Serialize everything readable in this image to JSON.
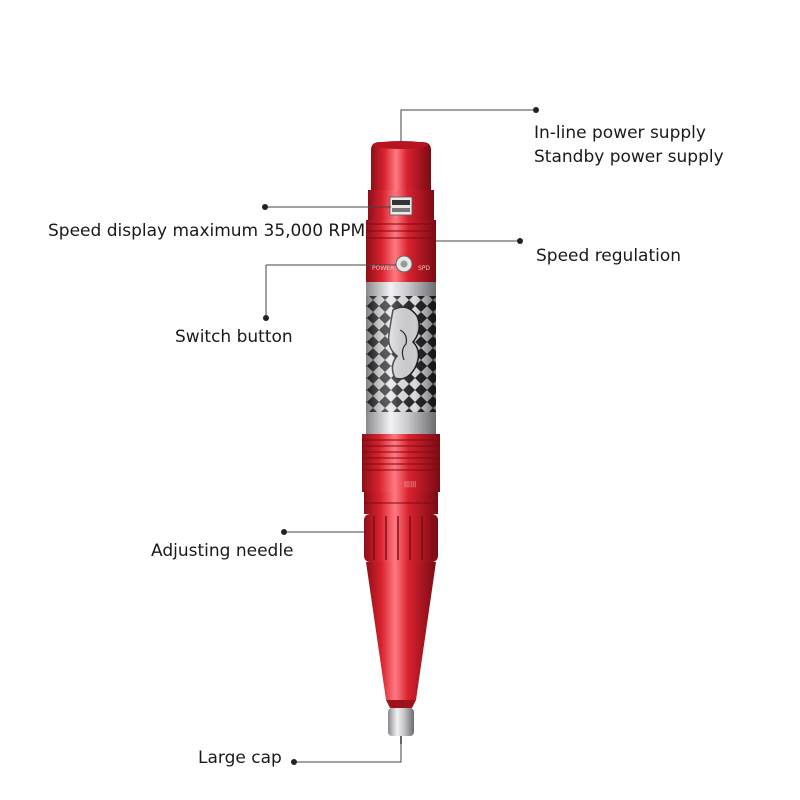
{
  "labels": {
    "power_line1": "In-line power supply",
    "power_line2": "Standby power supply",
    "speed_display": "Speed display maximum 35,000 RPM",
    "speed_regulation": "Speed regulation",
    "switch_button": "Switch button",
    "adjusting_needle": "Adjusting needle",
    "large_cap": "Large cap"
  },
  "colors": {
    "body_red": "#d8222e",
    "dark_red": "#8e0f18",
    "highlight": "#ff7a82",
    "steel": "#c9c9cc",
    "leader": "#444444"
  }
}
